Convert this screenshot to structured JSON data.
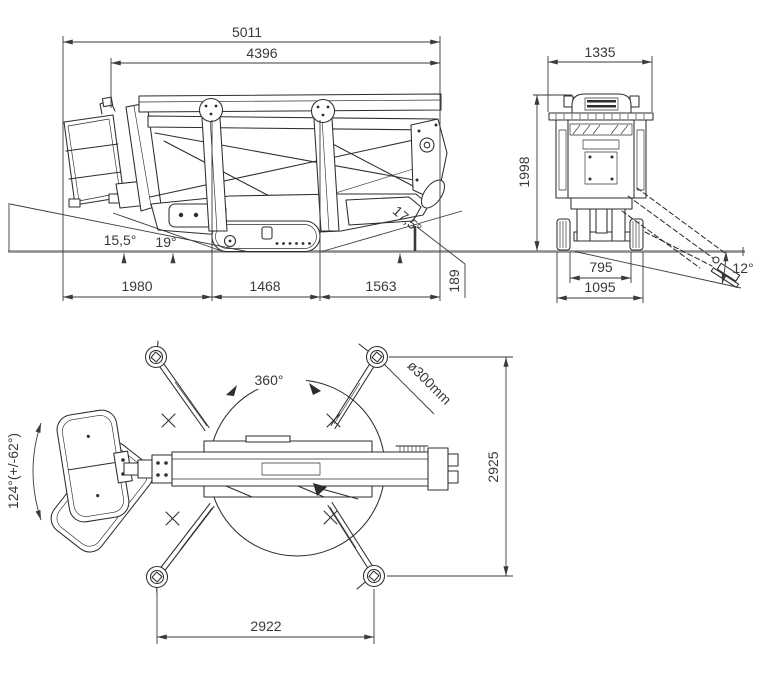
{
  "colors": {
    "line": "#2d2d2d",
    "dimension": "#3a3a3a",
    "ground": "#8a8a8a",
    "background": "#ffffff"
  },
  "side": {
    "overall_length": "5011",
    "transport_length": "4396",
    "approach_angle_rear": "15,5°",
    "ramp_angle": "19°",
    "approach_angle_front": "17,5°",
    "dim_rear_section": "1980",
    "dim_track_length": "1468",
    "dim_front_section": "1563",
    "ground_clearance": "189"
  },
  "rear": {
    "overall_width": "1335",
    "overall_height": "1998",
    "track_gauge": "795",
    "chassis_width": "1095",
    "slope_angle": "12°"
  },
  "plan": {
    "turret_rotation": "360°",
    "pad_diameter": "ø300mm",
    "basket_rotation": "124°(+/-62°)",
    "stabilizer_span_width": "2925",
    "stabilizer_span_length": "2922"
  }
}
